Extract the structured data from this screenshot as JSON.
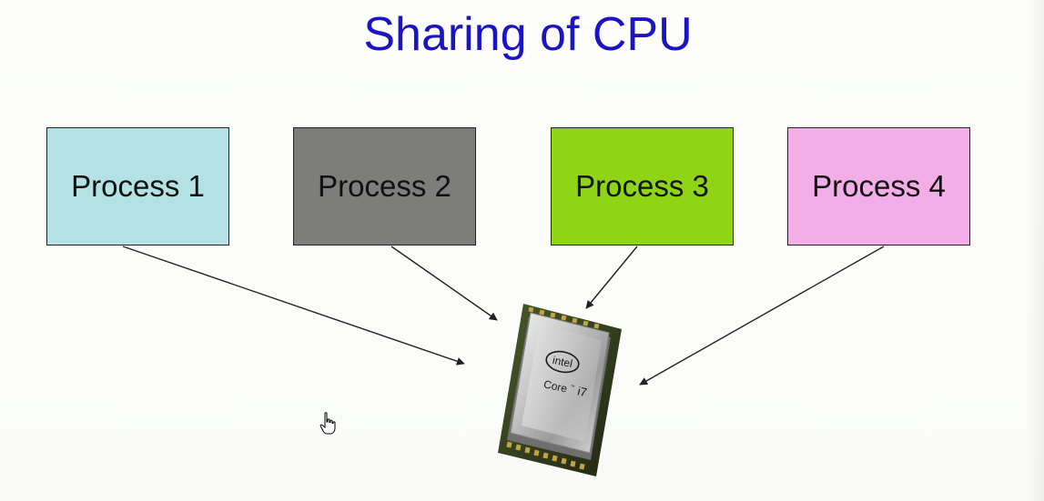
{
  "title": "Sharing of CPU",
  "processes": [
    {
      "label": "Process 1",
      "color": "#b4e2e4"
    },
    {
      "label": "Process 2",
      "color": "#7d7d7b"
    },
    {
      "label": "Process 3",
      "color": "#8fd515"
    },
    {
      "label": "Process 4",
      "color": "#f3aee8"
    }
  ],
  "cpu": {
    "brand": "intel",
    "model": "Core",
    "tm": "™",
    "variant": "i7"
  },
  "title_color": "#1a14c4",
  "arrow_color": "#222222",
  "icons": [
    "cpu-chip-icon",
    "hand-pointer-cursor-icon"
  ]
}
